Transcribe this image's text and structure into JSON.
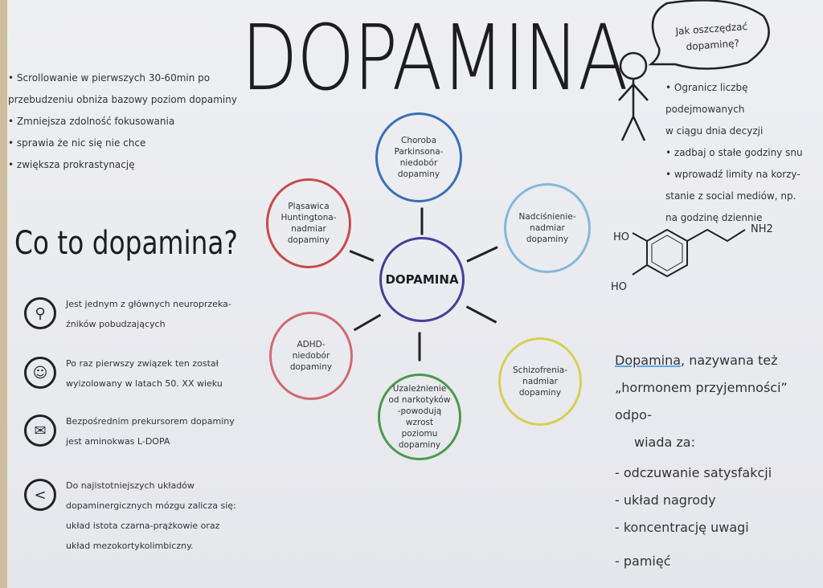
{
  "title": "DOPAMINA",
  "top_left_bullets": [
    "Scrollowanie w pierwszych 30-60min po",
    "przebudzeniu obniża bazowy poziom dopaminy",
    "Zmniejsza zdolność fokusowania",
    "sprawia że nic się nie chce",
    "zwiększa prokrastynację"
  ],
  "question_heading": "Co to dopamina?",
  "facts": [
    {
      "icon": "magnifier-icon",
      "lines": [
        "Jest jednym z głównych neuroprzeka-",
        "źników pobudzających"
      ]
    },
    {
      "icon": "people-icon",
      "lines": [
        "Po raz pierwszy związek ten został",
        "wyizolowany w latach 50. XX wieku"
      ]
    },
    {
      "icon": "idea-chat-icon",
      "lines": [
        "Bezpośrednim prekursorem dopaminy",
        "jest aminokwas L-DOPA"
      ]
    },
    {
      "icon": "share-icon",
      "lines": [
        "Do najistotniejszych układów",
        "dopaminergicznych mózgu zalicza się:",
        "układ istota czarna-prążkowie oraz",
        "układ mezokortykolimbiczny."
      ]
    }
  ],
  "mindmap": {
    "center": "DOPAMINA",
    "nodes": [
      {
        "text": "Choroba Parkinsona- niedobór dopaminy",
        "color": "#3a6fb5"
      },
      {
        "text": "Nadciśnienie- nadmiar dopaminy",
        "color": "#86b7da"
      },
      {
        "text": "Schizofrenia- nadmiar dopaminy",
        "color": "#d6cf55"
      },
      {
        "text": "Uzależnienie od narkotyków -powodują wzrost poziomu dopaminy",
        "color": "#4b9a4e"
      },
      {
        "text": "ADHD- niedobór dopaminy",
        "color": "#cf6b72"
      },
      {
        "text": "Pląsawica Huntingtona- nadmiar dopaminy",
        "color": "#c94a4a"
      }
    ],
    "center_color": "#4b3c98"
  },
  "speech_bubble": "Jak oszczędzać dopaminę?",
  "tips": [
    "Ogranicz liczbę podejmowanych",
    "w ciągu dnia decyzji",
    "zadbaj o stałe godziny snu",
    "wprowadź limity na korzy-",
    "stanie z social mediów, np.",
    "na godzinę dziennie"
  ],
  "molecule": {
    "ho1": "HO",
    "ho2": "HO",
    "nh2": "NH2"
  },
  "bottom_right": {
    "highlight": "Dopamina",
    "intro": [
      ", nazywana też",
      "„hormonem przyjemności” odpo-",
      "wiada za:"
    ],
    "items": [
      "- odczuwanie satysfakcji",
      "- układ nagrody",
      "- koncentrację uwagi",
      "- pamięć"
    ],
    "highlight_color": "#5aa9e0"
  }
}
